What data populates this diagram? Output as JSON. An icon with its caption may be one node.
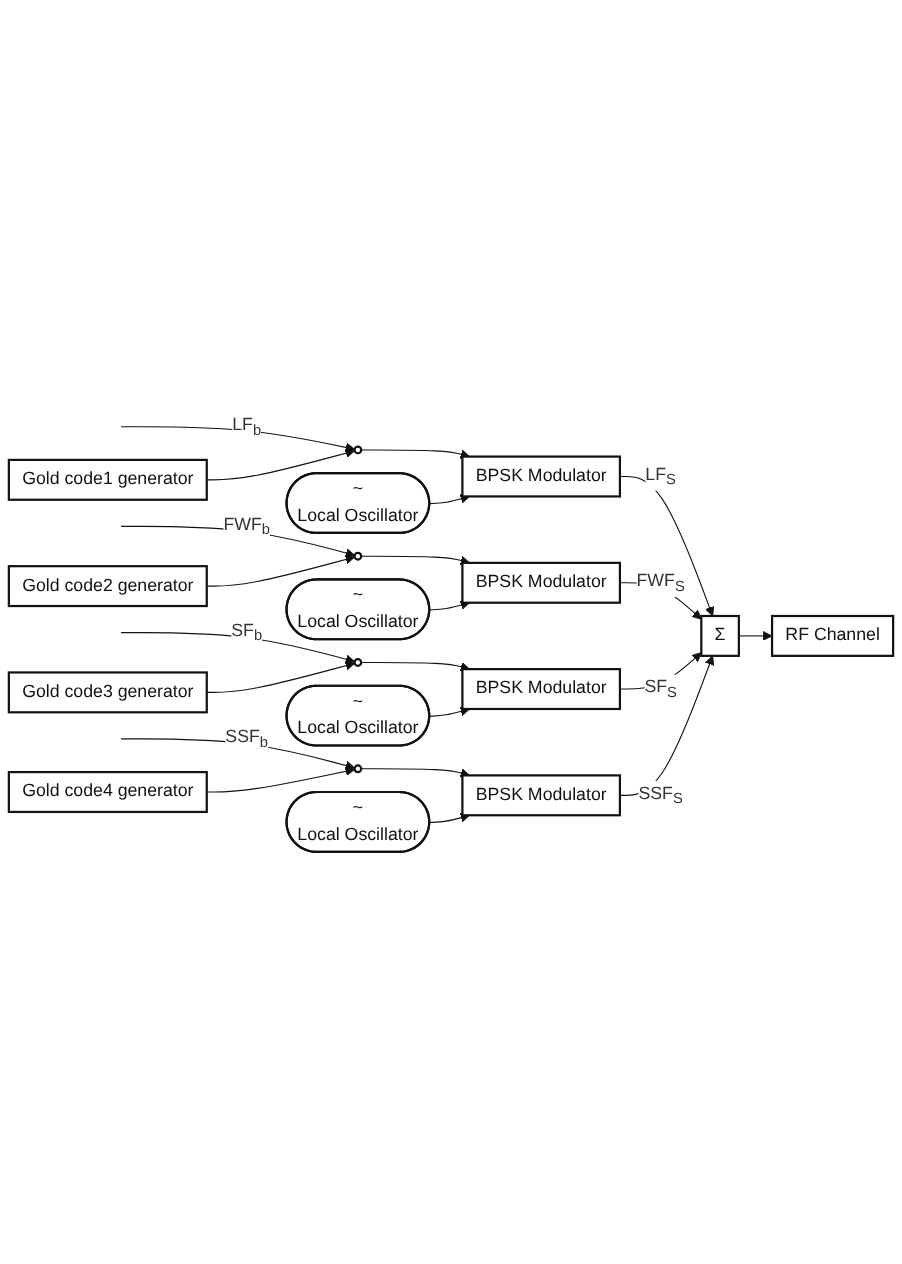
{
  "diagram": {
    "nodes": [
      {
        "text": [],
        "shape": "circle"
      },
      {
        "text": [
          "BPSK Modulator"
        ]
      },
      {
        "text": [
          "Gold code1 generator"
        ]
      },
      {
        "text": [
          "~",
          "Local Oscillator"
        ]
      },
      {
        "text": [],
        "shape": "circle"
      },
      {
        "text": [
          "BPSK Modulator"
        ]
      },
      {
        "text": [
          "Gold code2 generator"
        ]
      },
      {
        "text": [
          "~",
          "Local Oscillator"
        ]
      },
      {
        "text": [],
        "shape": "circle"
      },
      {
        "text": [
          "BPSK Modulator"
        ]
      },
      {
        "text": [
          "Gold code3 generator"
        ]
      },
      {
        "text": [
          "~",
          "Local Oscillator"
        ]
      },
      {
        "text": [],
        "shape": "circle"
      },
      {
        "text": [
          "BPSK Modulator"
        ]
      },
      {
        "text": [
          "Gold code4 generator"
        ]
      },
      {
        "text": [
          "~",
          "Local Oscillator"
        ]
      },
      {
        "text": [
          "Σ"
        ]
      },
      {
        "text": [
          "RF Channel"
        ]
      }
    ],
    "edges": [
      {
        "from": null,
        "to": 0,
        "arrow": "to",
        "label": "LF$_{b}$"
      },
      {
        "from": 2,
        "to": 0,
        "arrow": "to"
      },
      {
        "from": 0,
        "to": 1,
        "arrow": "to"
      },
      {
        "from": 3,
        "to": 1,
        "arrow": "to"
      },
      {
        "from": 1,
        "to": 16,
        "arrow": "to",
        "label": "LF$_{S}$"
      },
      {
        "from": null,
        "to": 4,
        "arrow": "to",
        "label": "FWF$_{b}$"
      },
      {
        "from": 6,
        "to": 4,
        "arrow": "to"
      },
      {
        "from": 4,
        "to": 5,
        "arrow": "to"
      },
      {
        "from": 7,
        "to": 5,
        "arrow": "to"
      },
      {
        "from": 5,
        "to": 16,
        "arrow": "to",
        "label": "FWF$_{S}$"
      },
      {
        "from": null,
        "to": 8,
        "arrow": "to",
        "label": "SF$_{b}$"
      },
      {
        "from": 10,
        "to": 8,
        "arrow": "to"
      },
      {
        "from": 8,
        "to": 9,
        "arrow": "to"
      },
      {
        "from": 11,
        "to": 9,
        "arrow": "to"
      },
      {
        "from": 9,
        "to": 16,
        "arrow": "to",
        "label": "SF$_{S}$"
      },
      {
        "from": null,
        "to": 12,
        "arrow": "to",
        "label": "SSF$_{b}$"
      },
      {
        "from": 14,
        "to": 12,
        "arrow": "to"
      },
      {
        "from": 12,
        "to": 13,
        "arrow": "to"
      },
      {
        "from": 15,
        "to": 13,
        "arrow": "to"
      },
      {
        "from": 13,
        "to": 16,
        "arrow": "to",
        "label": "SSF$_{S}$"
      },
      {
        "from": 16,
        "to": 17,
        "arrow": "to"
      }
    ]
  }
}
